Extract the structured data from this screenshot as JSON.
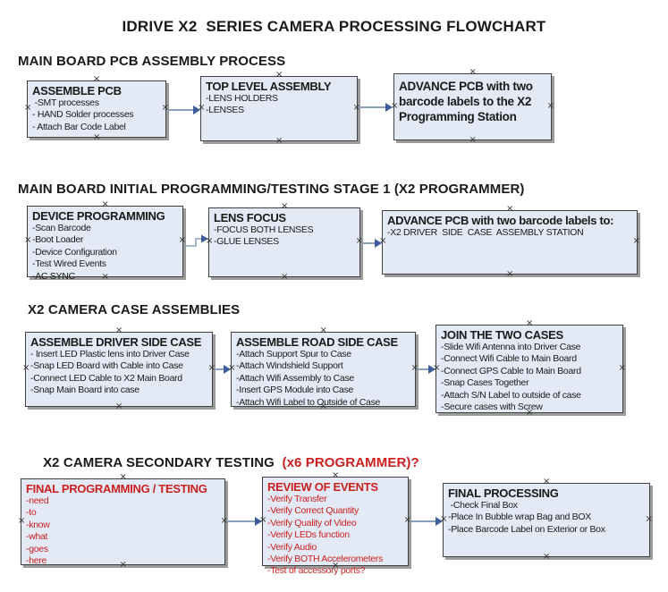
{
  "title": "IDRIVE X2  SERIES CAMERA PROCESSING FLOWCHART",
  "colors": {
    "box_fill": "#e4eaf5",
    "box_border": "#404040",
    "box_shadow": "#828282",
    "arrow_line": "#8ba1bb",
    "arrow_head": "#3c5c9c",
    "red_text": "#cc2020",
    "black_text": "#1a1a1a"
  },
  "sections": [
    {
      "heading": "MAIN BOARD PCB ASSEMBLY PROCESS",
      "boxes": [
        {
          "title": "ASSEMBLE PCB",
          "items": [
            " -SMT processes",
            "- HAND Solder processes",
            "- Attach Bar Code Label"
          ]
        },
        {
          "title": "TOP LEVEL ASSEMBLY",
          "items": [
            "-LENS HOLDERS",
            "-LENSES"
          ]
        },
        {
          "title": "ADVANCE PCB with two barcode labels to the  X2 Programming Station",
          "items": []
        }
      ]
    },
    {
      "heading": "MAIN BOARD INITIAL PROGRAMMING/TESTING STAGE 1 (X2 PROGRAMMER)",
      "boxes": [
        {
          "title": "DEVICE PROGRAMMING",
          "items": [
            "-Scan Barcode",
            "-Boot Loader",
            "-Device Configuration",
            "-Test Wired Events",
            "-AC SYNC"
          ]
        },
        {
          "title": "LENS FOCUS",
          "items": [
            "-FOCUS BOTH LENSES",
            "-GLUE LENSES"
          ]
        },
        {
          "title": "ADVANCE PCB with two barcode labels to:",
          "items": [
            "-X2 DRIVER  SIDE  CASE  ASSEMBLY STATION"
          ]
        }
      ]
    },
    {
      "heading": "X2 CAMERA CASE ASSEMBLIES",
      "boxes": [
        {
          "title": "ASSEMBLE DRIVER SIDE CASE",
          "items": [
            "- Insert LED Plastic lens into Driver Case",
            "-Snap LED Board with Cable into Case",
            "-Connect LED Cable to X2 Main Board",
            "-Snap Main Board into case"
          ]
        },
        {
          "title": "ASSEMBLE ROAD SIDE CASE",
          "items": [
            "-Attach Support Spur to Case",
            "-Attach Windshield Support",
            "-Attach Wifi Assembly to Case",
            "-Insert GPS Module into Case",
            "-Attach Wifi Label to Outside of Case"
          ]
        },
        {
          "title": "JOIN THE TWO CASES",
          "items": [
            "-Slide Wifi Antenna into Driver Case",
            "-Connect Wifi Cable to Main Board",
            "-Connect GPS Cable to Main Board",
            "-Snap Cases Together",
            "-Attach S/N Label to outside of case",
            "-Secure cases with Screw"
          ]
        }
      ]
    },
    {
      "heading": "X2 CAMERA SECONDARY TESTING  ",
      "heading_highlight": "(x6 PROGRAMMER)?",
      "boxes": [
        {
          "title": "FINAL PROGRAMMING / TESTING",
          "items": [
            "-need",
            "-to",
            "-know",
            "-what",
            "-goes",
            "-here"
          ]
        },
        {
          "title": "REVIEW OF EVENTS",
          "items": [
            "-Verify Transfer",
            "-Verify Correct Quantity",
            "-Verify Quality of Video",
            "-Verify LEDs function",
            "-Verify Audio",
            "-Verify BOTH Accelerometers",
            "-Test of accessory ports?"
          ]
        },
        {
          "title": "FINAL PROCESSING",
          "items": [
            " -Check Final Box",
            "-Place In Bubble wrap Bag and BOX",
            "-Place Barcode Label on Exterior or Box"
          ]
        }
      ]
    }
  ]
}
